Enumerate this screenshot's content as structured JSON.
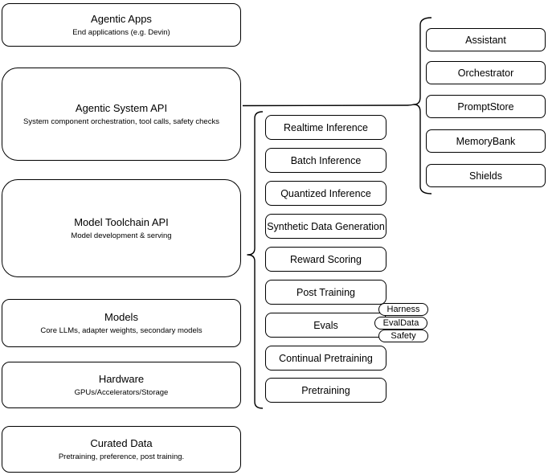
{
  "diagram": {
    "left_column": [
      {
        "title": "Agentic Apps",
        "subtitle": "End applications (e.g. Devin)"
      },
      {
        "title": "Agentic System API",
        "subtitle": "System component orchestration, tool calls, safety checks"
      },
      {
        "title": "Model Toolchain API",
        "subtitle": "Model development & serving"
      },
      {
        "title": "Models",
        "subtitle": "Core LLMs, adapter weights, secondary models"
      },
      {
        "title": "Hardware",
        "subtitle": "GPUs/Accelerators/Storage"
      },
      {
        "title": "Curated Data",
        "subtitle": "Pretraining, preference, post training."
      }
    ],
    "middle_column": [
      "Realtime Inference",
      "Batch Inference",
      "Quantized Inference",
      "Synthetic Data Generation",
      "Reward Scoring",
      "Post Training",
      "Evals",
      "Continual Pretraining",
      "Pretraining"
    ],
    "eval_pills": [
      "Harness",
      "EvalData",
      "Safety"
    ],
    "right_column": [
      "Assistant",
      "Orchestrator",
      "PromptStore",
      "MemoryBank",
      "Shields"
    ],
    "colors": {
      "stroke": "#000000",
      "fill": "#ffffff",
      "text": "#000000",
      "background": "#ffffff"
    }
  }
}
